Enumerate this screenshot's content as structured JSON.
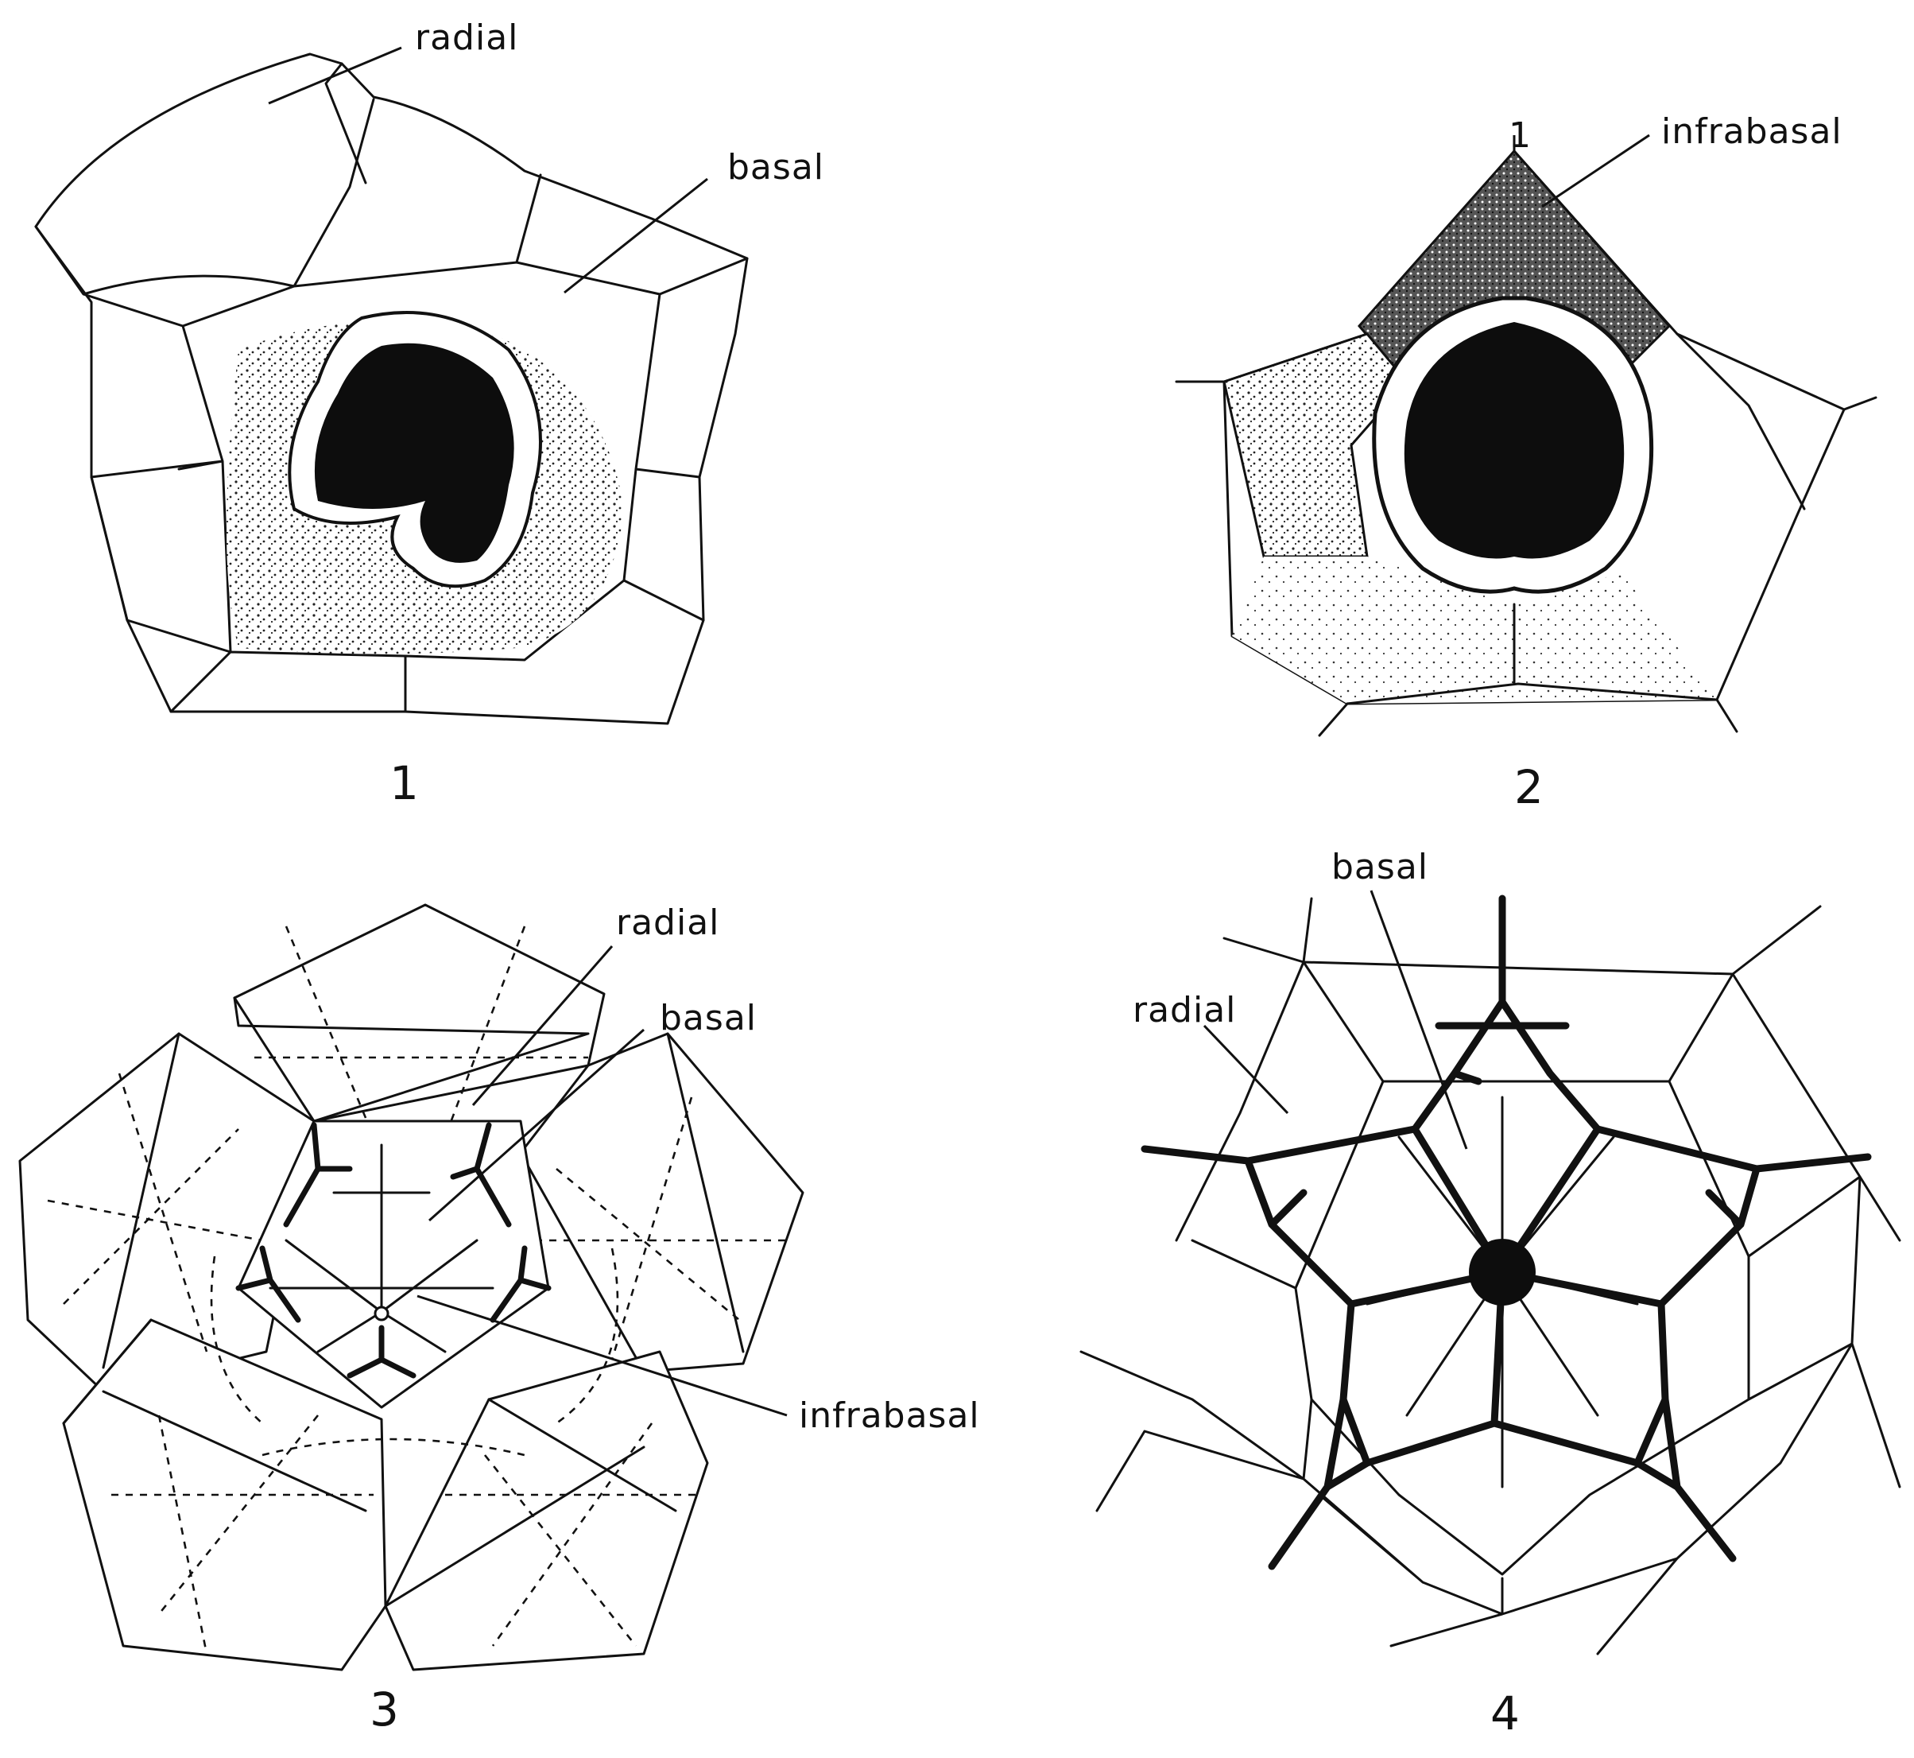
{
  "colors": {
    "ink": "#111111",
    "paper": "#ffffff",
    "stipple": "#2a2a2a"
  },
  "figures": [
    {
      "number": "1",
      "labels": {
        "radial": "radial",
        "basal": "basal"
      }
    },
    {
      "number": "2",
      "labels": {
        "infrabasal": "infrabasal",
        "tick": "1"
      }
    },
    {
      "number": "3",
      "labels": {
        "radial": "radial",
        "basal": "basal",
        "infrabasal": "infrabasal"
      }
    },
    {
      "number": "4",
      "labels": {
        "basal": "basal",
        "radial": "radial"
      }
    }
  ]
}
